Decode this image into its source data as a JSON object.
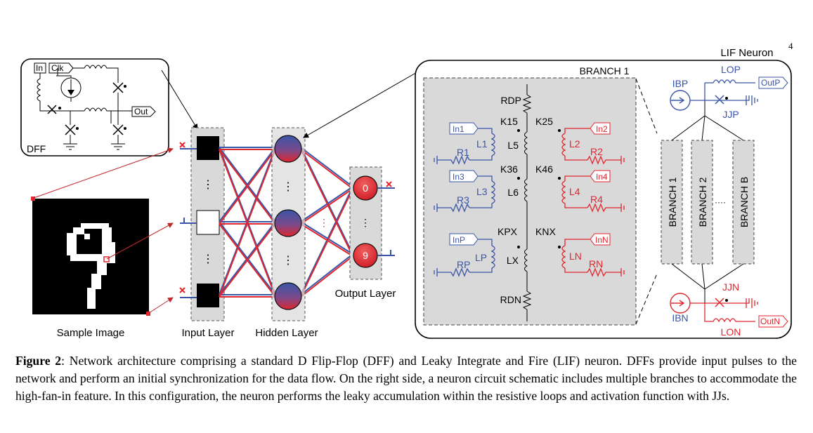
{
  "page_number": "4",
  "dff": {
    "label": "DFF",
    "in_label": "In",
    "clk_label": "Clk",
    "out_label": "Out"
  },
  "network": {
    "sample_image_label": "Sample Image",
    "input_layer_label": "Input Layer",
    "hidden_layer_label": "Hidden Layer",
    "output_layer_label": "Output Layer",
    "output_neuron_top": "0",
    "output_neuron_bottom": "9",
    "vdots": "⋮"
  },
  "lif": {
    "title": "LIF Neuron",
    "branch_title": "BRANCH 1",
    "rdp": "RDP",
    "rdn": "RDN",
    "k15": "K15",
    "k25": "K25",
    "k36": "K36",
    "k46": "K46",
    "kpx": "KPX",
    "knx": "KNX",
    "l1": "L1",
    "l2": "L2",
    "l3": "L3",
    "l4": "L4",
    "l5": "L5",
    "l6": "L6",
    "lp": "LP",
    "ln": "LN",
    "lx": "LX",
    "r1": "R1",
    "r2": "R2",
    "r3": "R3",
    "r4": "R4",
    "rp": "RP",
    "rn": "RN",
    "in1": "In1",
    "in2": "In2",
    "in3": "In3",
    "in4": "In4",
    "inp": "InP",
    "inn": "InN",
    "ibp": "IBP",
    "ibn": "IBN",
    "lop": "LOP",
    "lon": "LON",
    "jjp": "JJP",
    "jjn": "JJN",
    "outp": "OutP",
    "outn": "OutN",
    "branches": [
      "BRANCH 1",
      "BRANCH 2",
      "BRANCH B"
    ],
    "hdots": "····"
  },
  "caption": {
    "label": "Figure 2",
    "text": ": Network architecture comprising a standard D Flip-Flop (DFF) and Leaky Integrate and Fire (LIF) neuron. DFFs provide input pulses to the network and perform an initial synchronization for the data flow. On the right side, a neuron circuit schematic includes multiple branches to accommodate the high-fan-in feature. In this configuration, the neuron performs the leaky accumulation within the resistive loops and activation function with JJs."
  },
  "colors": {
    "blue": "#3a55a8",
    "red": "#e0262f",
    "panel": "#d9d9d9"
  }
}
